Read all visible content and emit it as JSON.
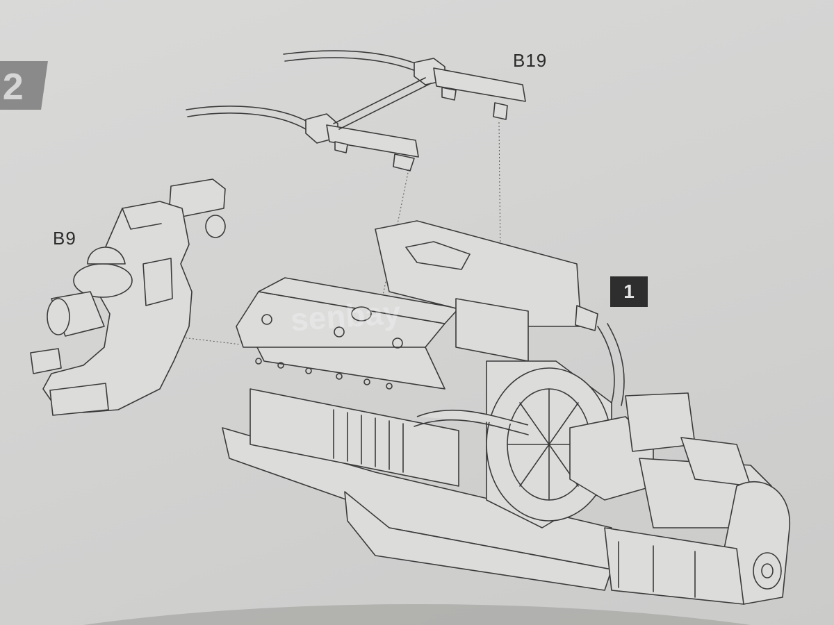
{
  "step": {
    "number": "2"
  },
  "sub_step": {
    "number": "1"
  },
  "parts": {
    "b19": "B19",
    "b9": "B9"
  },
  "watermark": "senbay"
}
